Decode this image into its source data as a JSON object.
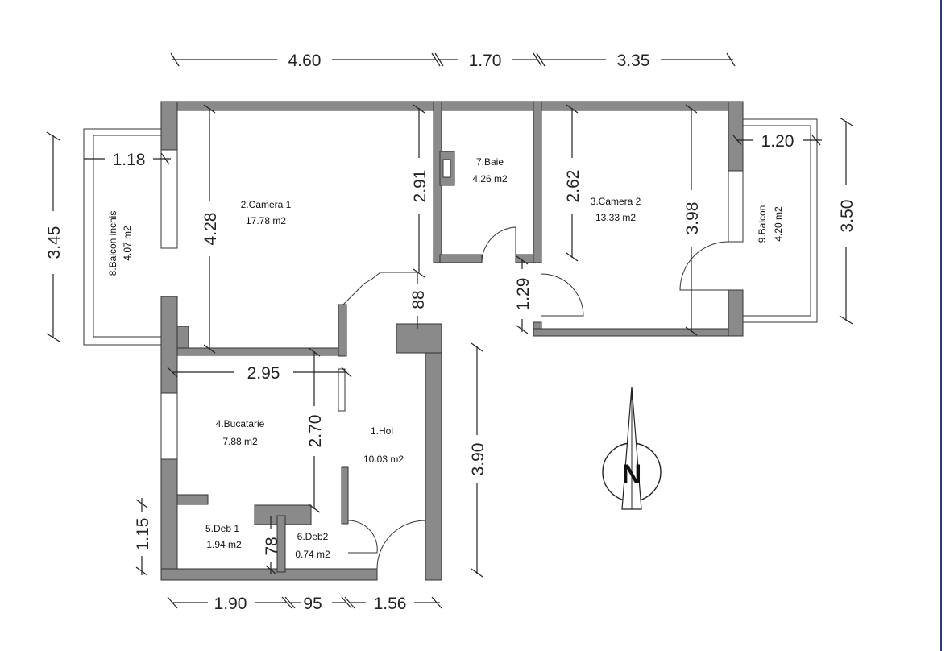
{
  "dimensions": {
    "top_1": "4.60",
    "top_2": "1.70",
    "top_3": "3.35",
    "left_balcony_height": "3.45",
    "left_balcony_depth": "1.18",
    "camera1_height": "4.28",
    "baie_height": "2.91",
    "camera2_small": "2.62",
    "camera2_height": "3.98",
    "right_balcony_depth": "1.20",
    "right_balcony_height": "3.50",
    "corridor_88": "88",
    "door_129": "1.29",
    "bucatarie_width": "2.95",
    "bucatarie_height": "2.70",
    "hol_height": "3.90",
    "deb1_height": "1.15",
    "deb_78": "78",
    "bottom_1": "1.90",
    "bottom_2": "95",
    "bottom_3": "1.56"
  },
  "rooms": {
    "camera1": {
      "name": "2.Camera 1",
      "area": "17.78 m2"
    },
    "baie": {
      "name": "7.Baie",
      "area": "4.26 m2"
    },
    "camera2": {
      "name": "3.Camera 2",
      "area": "13.33 m2"
    },
    "balcon_inchis": {
      "name": "8.Balcon inchis",
      "area": "4.07 m2"
    },
    "balcon": {
      "name": "9.Balcon",
      "area": "4.20 m2"
    },
    "bucatarie": {
      "name": "4.Bucatarie",
      "area": "7.88 m2"
    },
    "hol": {
      "name": "1.Hol",
      "area": "10.03 m2"
    },
    "deb1": {
      "name": "5.Deb 1",
      "area": "1.94 m2"
    },
    "deb2": {
      "name": "6.Deb2",
      "area": "0.74 m2"
    }
  },
  "compass": {
    "label": "N"
  },
  "colors": {
    "wall": "#8a8a8a",
    "line": "#222222"
  }
}
